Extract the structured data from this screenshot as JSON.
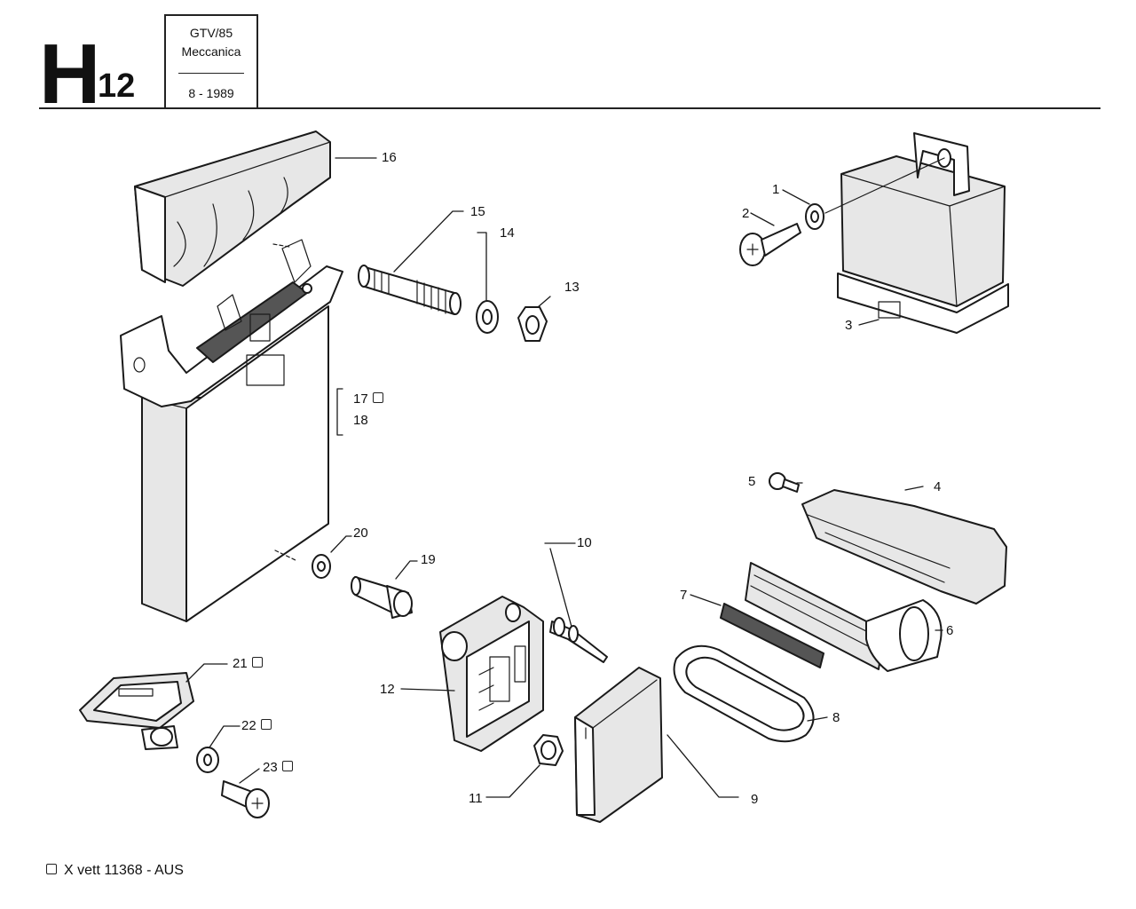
{
  "header": {
    "section_letter": "H",
    "section_number": "12",
    "model": "GTV/85",
    "category": "Meccanica",
    "date": "8 - 1989"
  },
  "callouts": {
    "c1": "1",
    "c2": "2",
    "c3": "3",
    "c4": "4",
    "c5": "5",
    "c6": "6",
    "c7": "7",
    "c8": "8",
    "c9": "9",
    "c10": "10",
    "c11": "11",
    "c12": "12",
    "c13": "13",
    "c14": "14",
    "c15": "15",
    "c16": "16",
    "c17": "17",
    "c18": "18",
    "c19": "19",
    "c20": "20",
    "c21": "21",
    "c22": "22",
    "c23": "23"
  },
  "footer": {
    "note": "X vett 11368 - AUS"
  }
}
